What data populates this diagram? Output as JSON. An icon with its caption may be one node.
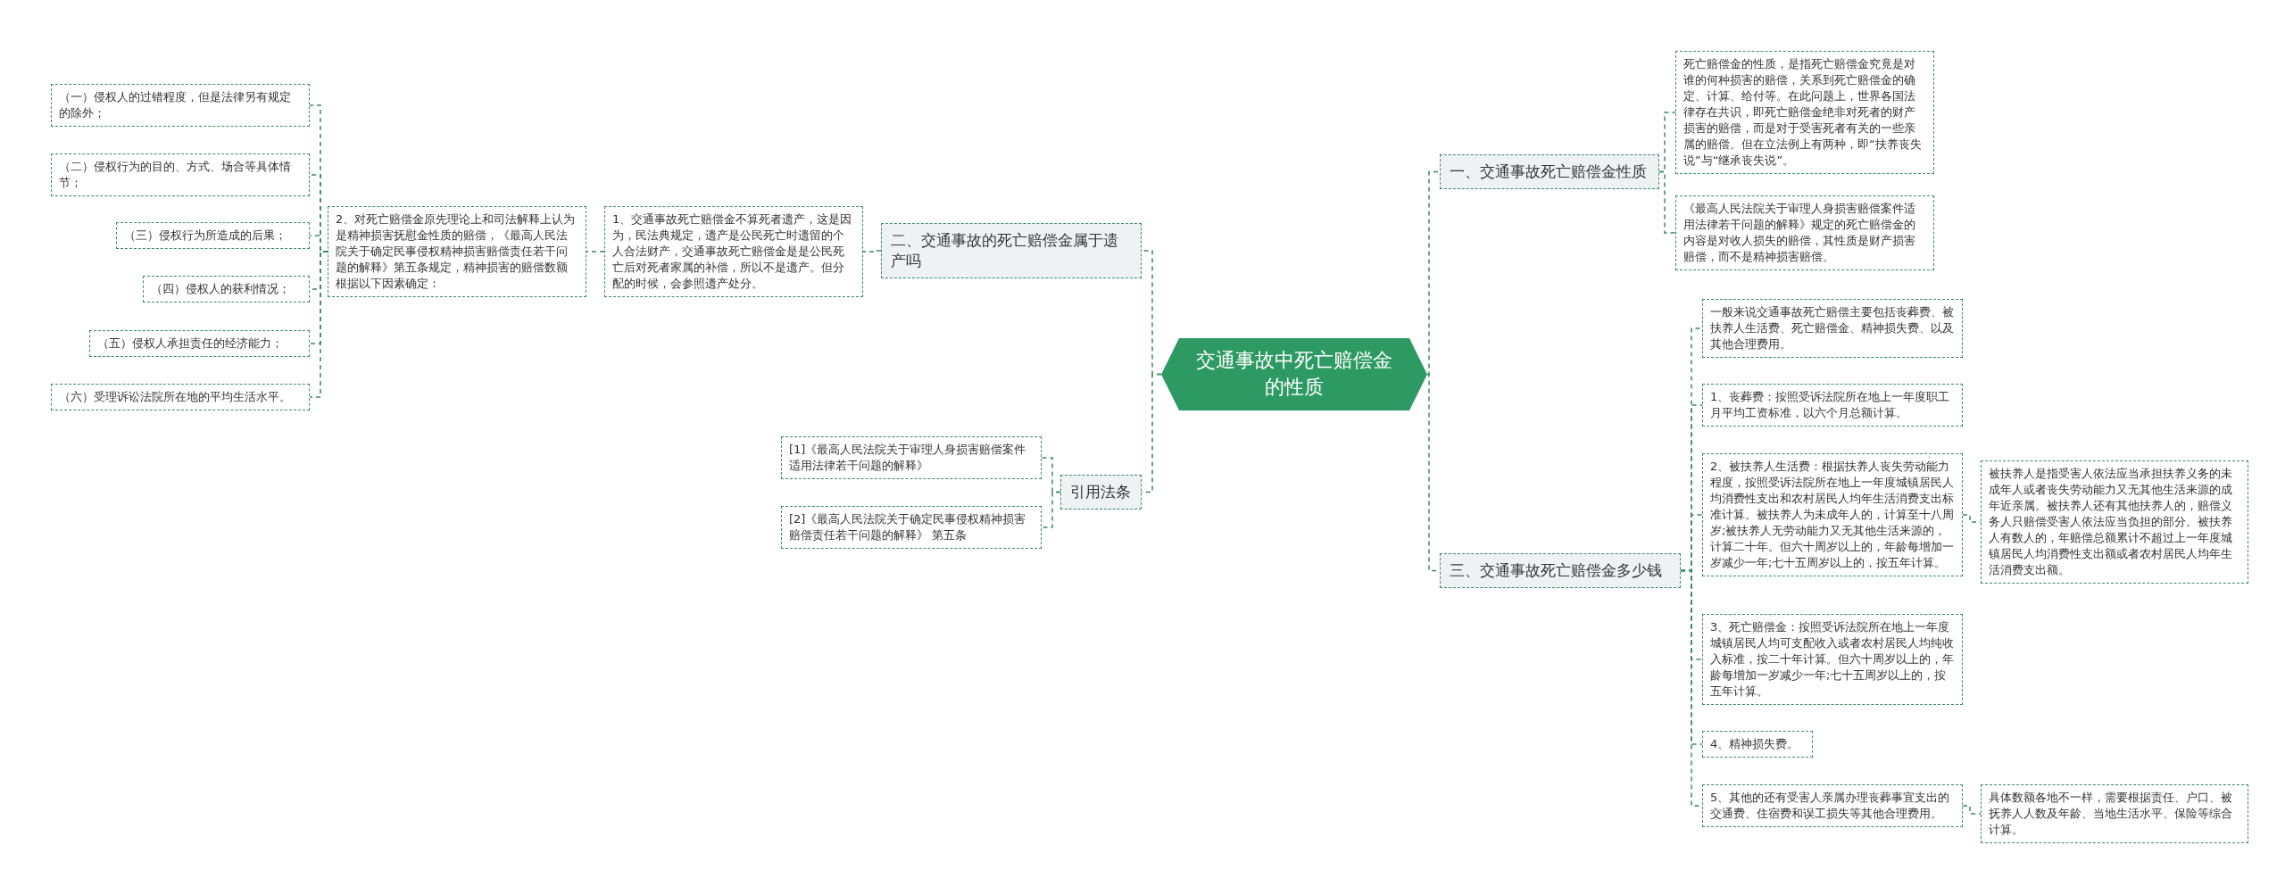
{
  "diagram": {
    "nodes": [
      {
        "text": [
          "交通事故中死亡赔偿金的性质"
        ]
      },
      {
        "text": [
          "一、交通事故死亡赔偿金性质"
        ]
      },
      {
        "text": [
          "死亡赔偿金的性质，是指死亡赔偿金究竟是对谁的何种损害的赔偿，关系到死亡赔偿金的确定、计算、给付等。在此问题上，世界各国法律存在共识，即死亡赔偿金绝非对死者的财产损害的赔偿，而是对于受害死者有关的一些亲属的赔偿。但在立法例上有两种，即“扶养丧失说”与“继承丧失说”。"
        ]
      },
      {
        "text": [
          "《最高人民法院关于审理人身损害赔偿案件适用法律若干问题的解释》规定的死亡赔偿金的内容是对收人损失的赔偿，其性质是财产损害赔偿，而不是精神损害赔偿。"
        ]
      },
      {
        "text": [
          "二、交通事故的死亡赔偿金属于遗产吗"
        ]
      },
      {
        "text": [
          "1、交通事故死亡赔偿金不算死者遗产，这是因为，民法典规定，遗产是公民死亡时遗留的个人合法财产，交通事故死亡赔偿金是是公民死亡后对死者家属的补偿，所以不是遗产。但分配的时候，会参照遗产处分。"
        ]
      },
      {
        "text": [
          "2、对死亡赔偿金原先理论上和司法解释上认为是精神损害抚慰金性质的赔偿，《最高人民法院关于确定民事侵权精神损害赔偿责任若干问题的解释》第五条规定，精神损害的赔偿数额根据以下因素确定："
        ]
      },
      {
        "text": [
          "（一）侵权人的过错程度，但是法律另有规定的除外；"
        ]
      },
      {
        "text": [
          "（二）侵权行为的目的、方式、场合等具体情节；"
        ]
      },
      {
        "text": [
          "（三）侵权行为所造成的后果；"
        ]
      },
      {
        "text": [
          "（四）侵权人的获利情况；"
        ]
      },
      {
        "text": [
          "（五）侵权人承担责任的经济能力；"
        ]
      },
      {
        "text": [
          "（六）受理诉讼法院所在地的平均生活水平。"
        ]
      },
      {
        "text": [
          "引用法条"
        ]
      },
      {
        "text": [
          "[1]《最高人民法院关于审理人身损害赔偿案件适用法律若干问题的解释》"
        ]
      },
      {
        "text": [
          "[2]《最高人民法院关于确定民事侵权精神损害赔偿责任若干问题的解释》 第五条"
        ]
      },
      {
        "text": [
          "三、交通事故死亡赔偿金多少钱"
        ]
      },
      {
        "text": [
          "一般来说交通事故死亡赔偿主要包括丧葬费、被扶养人生活费、死亡赔偿金、精神损失费、以及其他合理费用。"
        ]
      },
      {
        "text": [
          "1、丧葬费：按照受诉法院所在地上一年度职工月平均工资标准，以六个月总额计算。"
        ]
      },
      {
        "text": [
          "2、被扶养人生活费：根据扶养人丧失劳动能力程度，按照受诉法院所在地上一年度城镇居民人均消费性支出和农村居民人均年生活消费支出标准计算。被扶养人为未成年人的，计算至十八周岁;被扶养人无劳动能力又无其他生活来源的，计算二十年。但六十周岁以上的，年龄每增加一岁减少一年;七十五周岁以上的，按五年计算。"
        ]
      },
      {
        "text": [
          "被扶养人是指受害人依法应当承担扶养义务的未成年人或者丧失劳动能力又无其他生活来源的成年近亲属。被扶养人还有其他扶养人的，赔偿义务人只赔偿受害人依法应当负担的部分。被扶养人有数人的，年赔偿总额累计不超过上一年度城镇居民人均消费性支出额或者农村居民人均年生活消费支出额。"
        ]
      },
      {
        "text": [
          "3、死亡赔偿金：按照受诉法院所在地上一年度城镇居民人均可支配收入或者农村居民人均纯收入标准，按二十年计算。但六十周岁以上的，年龄每增加一岁减少一年;七十五周岁以上的，按五年计算。"
        ]
      },
      {
        "text": [
          "4、精神损失费。"
        ]
      },
      {
        "text": [
          "5、其他的还有受害人亲属办理丧葬事宜支出的交通费、住宿费和误工损失等其他合理费用。"
        ]
      },
      {
        "text": [
          "具体数额各地不一样，需要根据责任、户口、被抚养人人数及年龄、当地生活水平、保险等综合计算。"
        ]
      }
    ],
    "edges": [
      {
        "from": 0,
        "to": 1,
        "arrow": "none"
      },
      {
        "from": 1,
        "to": 2,
        "arrow": "none"
      },
      {
        "from": 1,
        "to": 3,
        "arrow": "none"
      },
      {
        "from": 0,
        "to": 4,
        "arrow": "none"
      },
      {
        "from": 4,
        "to": 5,
        "arrow": "none"
      },
      {
        "from": 5,
        "to": 6,
        "arrow": "none"
      },
      {
        "from": 6,
        "to": 7,
        "arrow": "none"
      },
      {
        "from": 6,
        "to": 8,
        "arrow": "none"
      },
      {
        "from": 6,
        "to": 9,
        "arrow": "none"
      },
      {
        "from": 6,
        "to": 10,
        "arrow": "none"
      },
      {
        "from": 6,
        "to": 11,
        "arrow": "none"
      },
      {
        "from": 6,
        "to": 12,
        "arrow": "none"
      },
      {
        "from": 0,
        "to": 13,
        "arrow": "none"
      },
      {
        "from": 13,
        "to": 14,
        "arrow": "none"
      },
      {
        "from": 13,
        "to": 15,
        "arrow": "none"
      },
      {
        "from": 0,
        "to": 16,
        "arrow": "none"
      },
      {
        "from": 16,
        "to": 17,
        "arrow": "none"
      },
      {
        "from": 16,
        "to": 18,
        "arrow": "none"
      },
      {
        "from": 16,
        "to": 19,
        "arrow": "none"
      },
      {
        "from": 19,
        "to": 20,
        "arrow": "none"
      },
      {
        "from": 16,
        "to": 21,
        "arrow": "none"
      },
      {
        "from": 16,
        "to": 22,
        "arrow": "none"
      },
      {
        "from": 16,
        "to": 23,
        "arrow": "none"
      },
      {
        "from": 23,
        "to": 24,
        "arrow": "none"
      }
    ]
  }
}
